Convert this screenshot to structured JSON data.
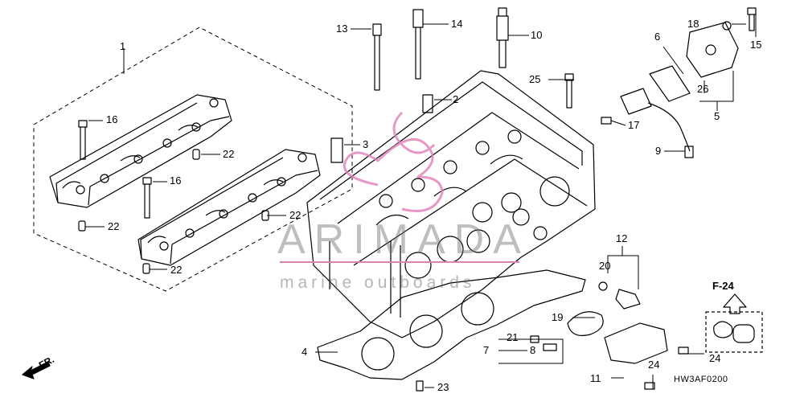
{
  "callouts": [
    {
      "n": "1",
      "text": "1"
    },
    {
      "n": "2",
      "text": "2"
    },
    {
      "n": "3",
      "text": "3"
    },
    {
      "n": "4",
      "text": "4"
    },
    {
      "n": "5",
      "text": "5"
    },
    {
      "n": "6",
      "text": "6"
    },
    {
      "n": "7",
      "text": "7"
    },
    {
      "n": "8",
      "text": "8"
    },
    {
      "n": "9",
      "text": "9"
    },
    {
      "n": "10",
      "text": "10"
    },
    {
      "n": "11",
      "text": "11"
    },
    {
      "n": "12",
      "text": "12"
    },
    {
      "n": "13",
      "text": "13"
    },
    {
      "n": "14",
      "text": "14"
    },
    {
      "n": "15",
      "text": "15"
    },
    {
      "n": "16a",
      "text": "16"
    },
    {
      "n": "16b",
      "text": "16"
    },
    {
      "n": "17",
      "text": "17"
    },
    {
      "n": "18",
      "text": "18"
    },
    {
      "n": "19",
      "text": "19"
    },
    {
      "n": "20",
      "text": "20"
    },
    {
      "n": "21",
      "text": "21"
    },
    {
      "n": "22a",
      "text": "22"
    },
    {
      "n": "22b",
      "text": "22"
    },
    {
      "n": "22c",
      "text": "22"
    },
    {
      "n": "22d",
      "text": "22"
    },
    {
      "n": "23",
      "text": "23"
    },
    {
      "n": "24a",
      "text": "24"
    },
    {
      "n": "24b",
      "text": "24"
    },
    {
      "n": "25",
      "text": "25"
    },
    {
      "n": "26",
      "text": "26"
    }
  ],
  "reference": "F-24",
  "direction_label": "FR.",
  "diagram_code": "HW3AF0200",
  "watermark": {
    "brand": "ARIMADA",
    "tagline": "marine outboards",
    "accent": "#e080b8"
  }
}
